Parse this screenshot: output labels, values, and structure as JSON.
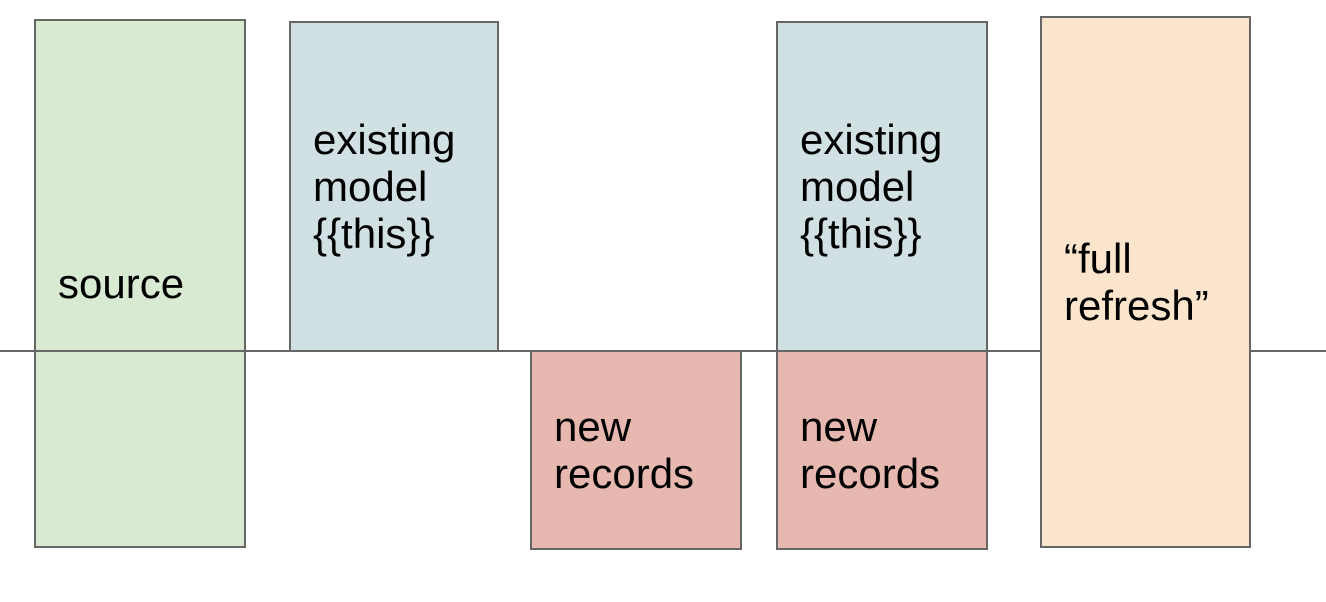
{
  "diagram": {
    "background_color": "#ffffff",
    "border_color": "#666666",
    "text_color": "#000000",
    "divider_line": {
      "color": "#666666",
      "orientation": "horizontal"
    },
    "boxes": {
      "source": {
        "lines": [
          "source"
        ],
        "fill": "#d9ead3"
      },
      "existing_model_1": {
        "lines": [
          "existing",
          "model",
          "{{this}}"
        ],
        "fill": "#d0e0e3"
      },
      "new_records_1": {
        "lines": [
          "new",
          "records"
        ],
        "fill": "#e6b8af"
      },
      "existing_model_2": {
        "lines": [
          "existing",
          "model",
          "{{this}}"
        ],
        "fill": "#d0e0e3"
      },
      "new_records_2": {
        "lines": [
          "new",
          "records"
        ],
        "fill": "#e6b8af"
      },
      "full_refresh": {
        "lines": [
          "“full",
          "refresh”"
        ],
        "fill": "#fce5cd"
      }
    }
  }
}
